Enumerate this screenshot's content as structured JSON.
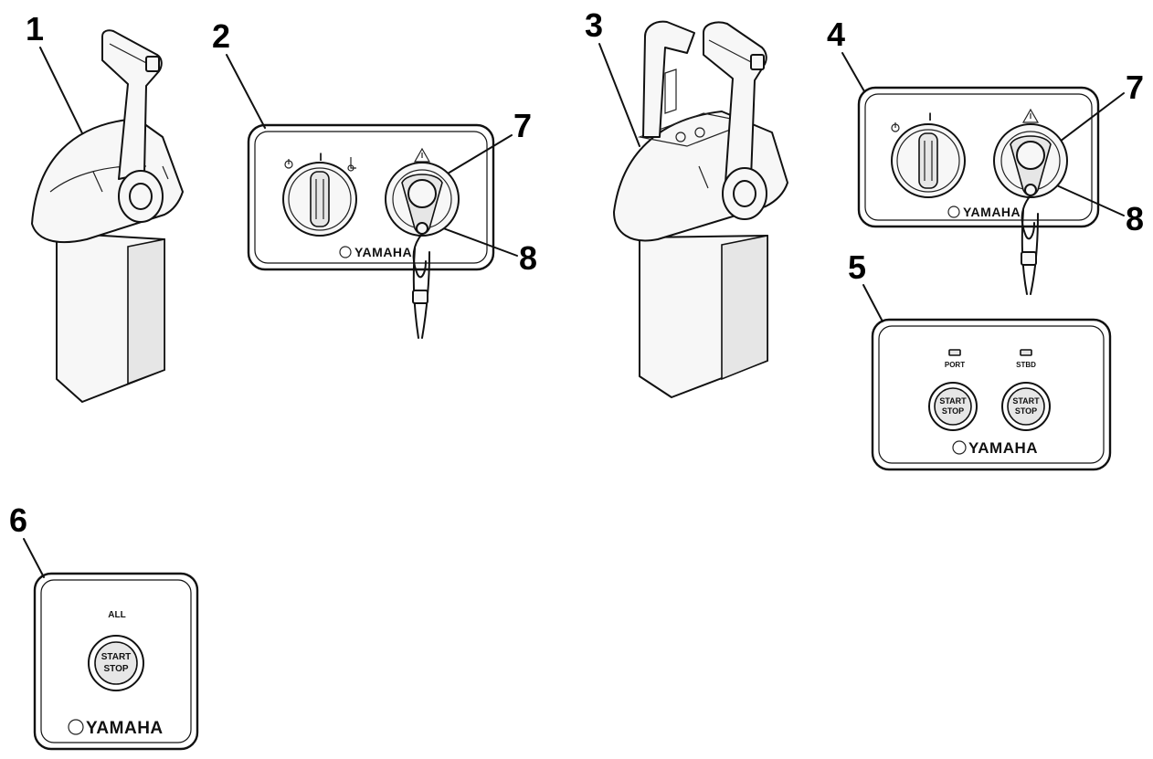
{
  "callouts": {
    "c1": "1",
    "c2": "2",
    "c3": "3",
    "c4": "4",
    "c5": "5",
    "c6": "6",
    "c7a": "7",
    "c7b": "7",
    "c8a": "8",
    "c8b": "8"
  },
  "panels": {
    "switch_panel_single": {
      "brand": "YAMAHA",
      "icon_off": "ignition-off-icon",
      "icon_on": "ignition-on-icon",
      "icon_start": "ignition-start-icon",
      "mark_on": "I",
      "warning_icon": "warning-triangle-icon"
    },
    "switch_panel_dual": {
      "brand": "YAMAHA",
      "mark_on": "I",
      "warning_icon": "warning-triangle-icon"
    },
    "start_stop_dual": {
      "brand": "YAMAHA",
      "port_label": "PORT",
      "stbd_label": "STBD",
      "port_button": {
        "line1": "START",
        "line2": "STOP"
      },
      "stbd_button": {
        "line1": "START",
        "line2": "STOP"
      }
    },
    "start_stop_all": {
      "brand": "YAMAHA",
      "label": "ALL",
      "button": {
        "line1": "START",
        "line2": "STOP"
      }
    }
  },
  "colors": {
    "ink": "#111111",
    "paper": "#ffffff",
    "fill": "#f7f7f7"
  }
}
